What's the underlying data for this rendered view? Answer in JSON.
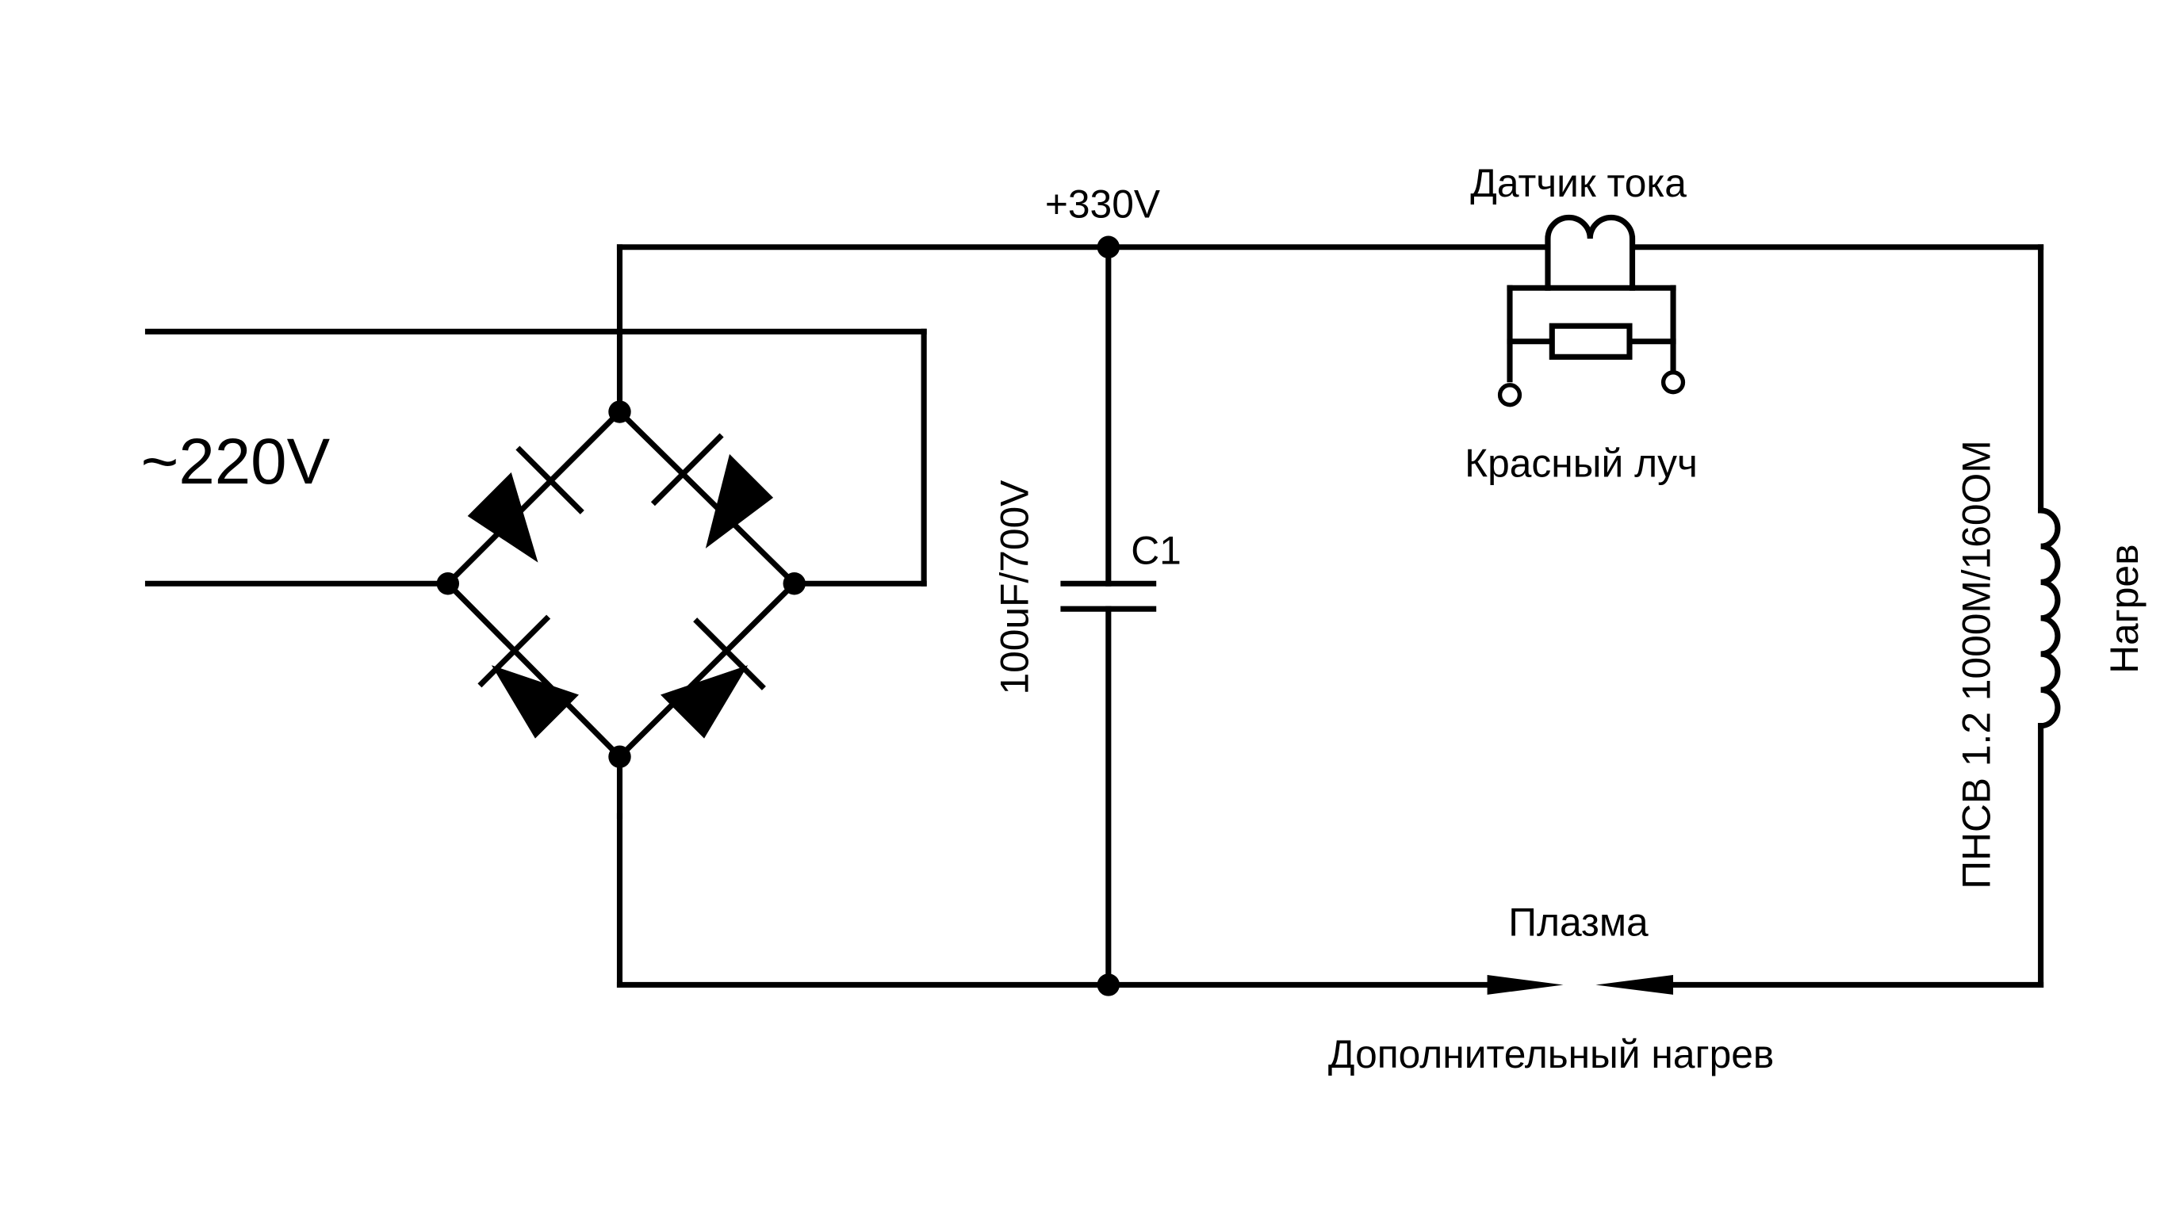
{
  "labels": {
    "supply": "~220V",
    "dc_bus": "+330V",
    "capacitor_name": "C1",
    "capacitor_value": "100uF/700V",
    "sensor_title": "Датчик тока",
    "sensor_output": "Красный луч",
    "heater": "Нагрев",
    "wire_spec": "ПНСВ 1.2 1000М/160ОМ",
    "plasma": "Плазма",
    "extra_heating": "Дополнительный нагрев"
  },
  "colors": {
    "wire": "#000000",
    "sensor_output_text": "#ff0000"
  }
}
